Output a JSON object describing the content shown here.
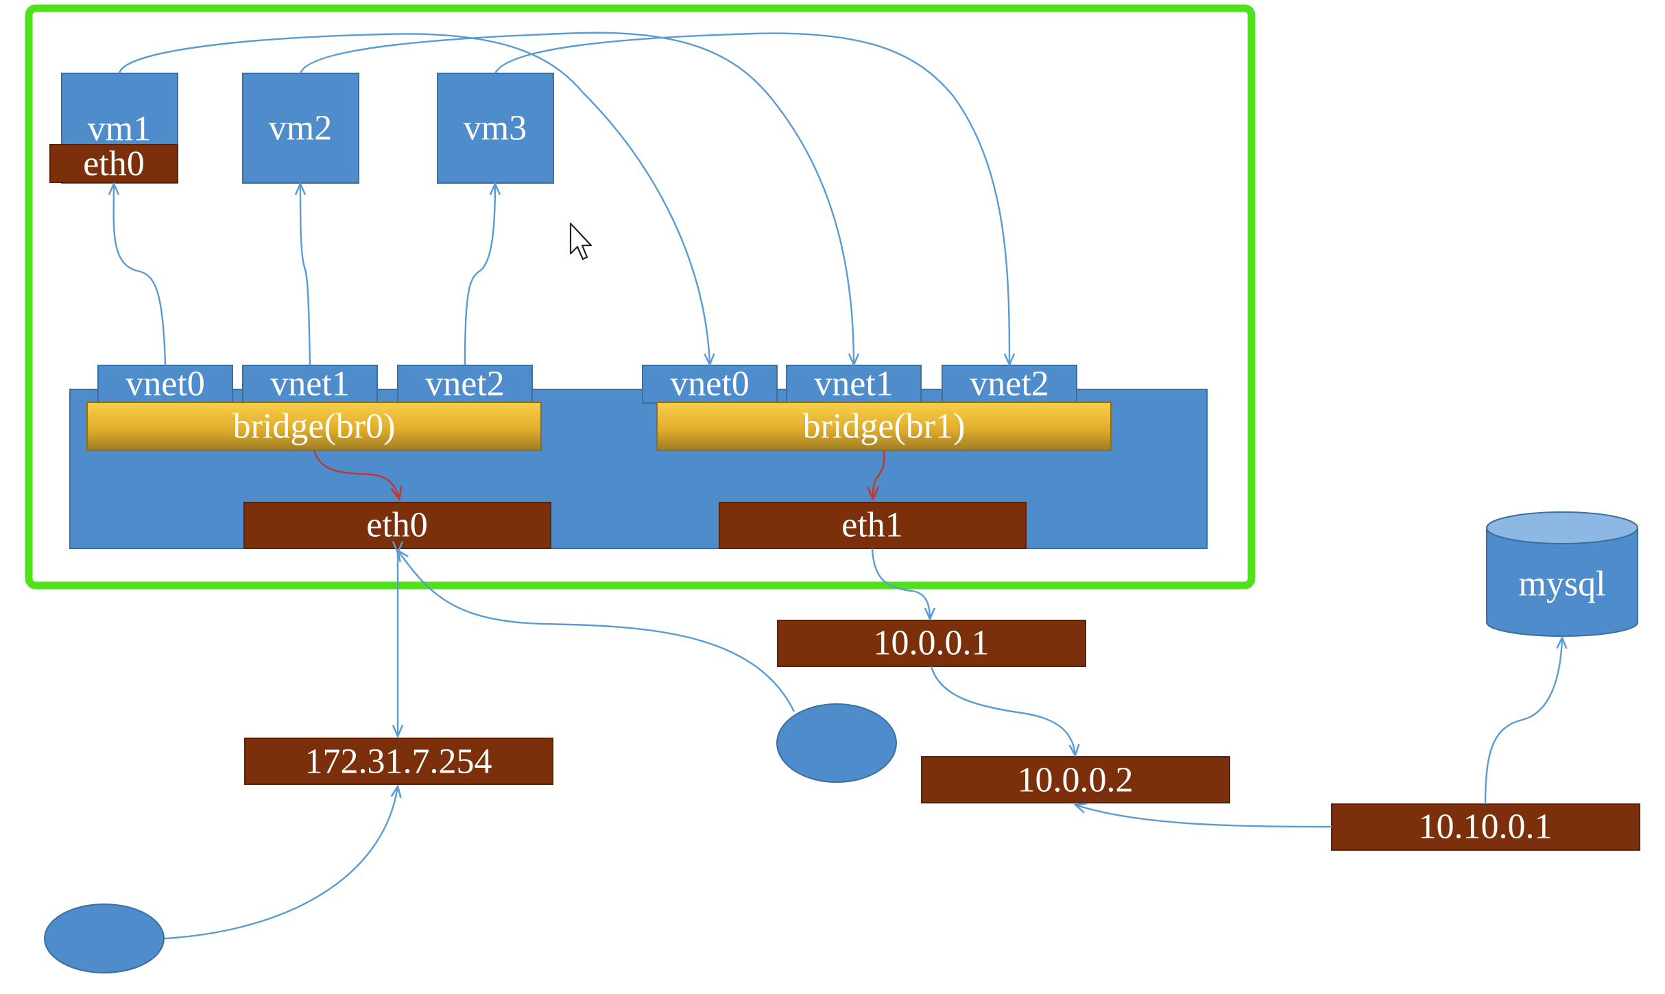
{
  "labels": {
    "vm1": "vm1",
    "vm2": "vm2",
    "vm3": "vm3",
    "vm1_eth": "eth0",
    "br0_vnet0": "vnet0",
    "br0_vnet1": "vnet1",
    "br0_vnet2": "vnet2",
    "br1_vnet0": "vnet0",
    "br1_vnet1": "vnet1",
    "br1_vnet2": "vnet2",
    "bridge0": "bridge(br0)",
    "bridge1": "bridge(br1)",
    "host_eth0": "eth0",
    "host_eth1": "eth1",
    "ip_public": "172.31.7.254",
    "ip_10_0_0_1": "10.0.0.1",
    "ip_10_0_0_2": "10.0.0.2",
    "ip_10_10_0_1": "10.10.0.1",
    "mysql": "mysql"
  },
  "colors": {
    "blue": "#4E8CCB",
    "brown": "#7B300B",
    "highlight_border": "#4FE21A",
    "bridge_gold_top": "#F6C63F",
    "bridge_gold_bottom": "#A48222",
    "line": "#5A9BD4",
    "red_arrow": "#C0392B"
  }
}
